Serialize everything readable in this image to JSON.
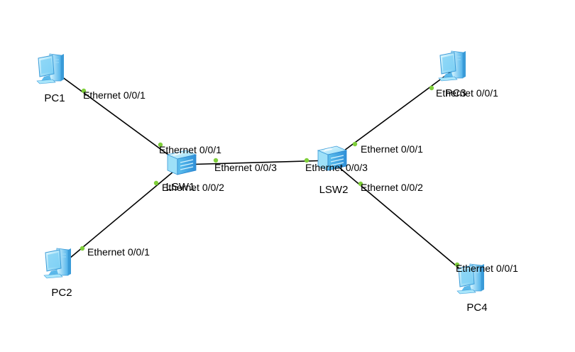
{
  "colors": {
    "link": "#000000",
    "port_dot": "#7fcf3a",
    "device_light": "#bfeefc",
    "device_dark": "#3aa6e8"
  },
  "nodes": [
    {
      "id": "pc1",
      "name": "PC1",
      "icon": "pc-icon"
    },
    {
      "id": "pc2",
      "name": "PC2",
      "icon": "pc-icon"
    },
    {
      "id": "pc3",
      "name": "PC3",
      "icon": "pc-icon"
    },
    {
      "id": "pc4",
      "name": "PC4",
      "icon": "pc-icon"
    },
    {
      "id": "lsw1",
      "name": "LSW1",
      "icon": "switch-icon"
    },
    {
      "id": "lsw2",
      "name": "LSW2",
      "icon": "switch-icon"
    }
  ],
  "links": [
    {
      "id": "pc1-lsw1",
      "a": "pc1",
      "b": "lsw1",
      "a_port": "Ethernet 0/0/1",
      "b_port": "Ethernet 0/0/1"
    },
    {
      "id": "pc2-lsw1",
      "a": "pc2",
      "b": "lsw1",
      "a_port": "Ethernet 0/0/1",
      "b_port": "Ethernet 0/0/2"
    },
    {
      "id": "lsw1-lsw2",
      "a": "lsw1",
      "b": "lsw2",
      "a_port": "Ethernet 0/0/3",
      "b_port": "Ethernet 0/0/3"
    },
    {
      "id": "pc3-lsw2",
      "a": "pc3",
      "b": "lsw2",
      "a_port": "Ethernet 0/0/1",
      "b_port": "Ethernet 0/0/1"
    },
    {
      "id": "pc4-lsw2",
      "a": "pc4",
      "b": "lsw2",
      "a_port": "Ethernet 0/0/1",
      "b_port": "Ethernet 0/0/2"
    }
  ]
}
